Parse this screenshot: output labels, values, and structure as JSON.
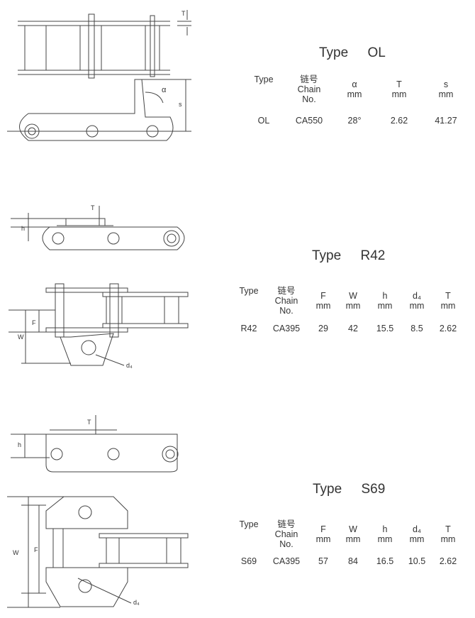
{
  "sections": [
    {
      "title": "Type OL",
      "headers": [
        [
          "Type"
        ],
        [
          "链号",
          "Chain",
          "No."
        ],
        [
          "α",
          "mm"
        ],
        [
          "T",
          "mm"
        ],
        [
          "s",
          "mm"
        ]
      ],
      "row": [
        "OL",
        "CA550",
        "28°",
        "2.62",
        "41.27"
      ],
      "labels": {
        "t": "T",
        "alpha": "α",
        "s": "s"
      }
    },
    {
      "title": "Type R42",
      "headers": [
        [
          "Type"
        ],
        [
          "链号",
          "Chain",
          "No."
        ],
        [
          "F",
          "mm"
        ],
        [
          "W",
          "mm"
        ],
        [
          "h",
          "mm"
        ],
        [
          "d₄",
          "mm"
        ],
        [
          "T",
          "mm"
        ]
      ],
      "row": [
        "R42",
        "CA395",
        "29",
        "42",
        "15.5",
        "8.5",
        "2.62"
      ],
      "labels": {
        "t": "T",
        "h": "h",
        "w": "W",
        "f": "F",
        "d": "d₄"
      }
    },
    {
      "title": "Type S69",
      "headers": [
        [
          "Type"
        ],
        [
          "链号",
          "Chain",
          "No."
        ],
        [
          "F",
          "mm"
        ],
        [
          "W",
          "mm"
        ],
        [
          "h",
          "mm"
        ],
        [
          "d₄",
          "mm"
        ],
        [
          "T",
          "mm"
        ]
      ],
      "row": [
        "S69",
        "CA395",
        "57",
        "84",
        "16.5",
        "10.5",
        "2.62"
      ],
      "labels": {
        "t": "T",
        "h": "h",
        "w": "W",
        "f": "F",
        "d": "d₄"
      }
    }
  ]
}
